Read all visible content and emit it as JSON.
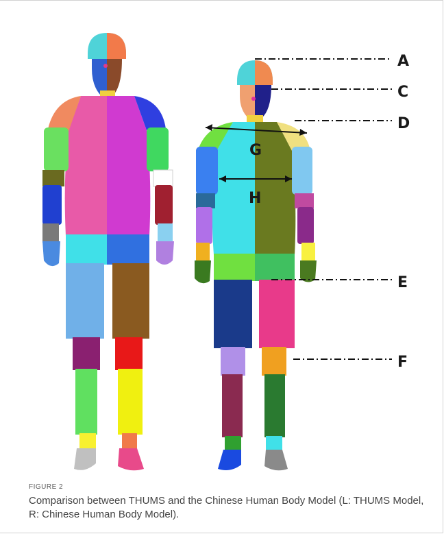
{
  "figure": {
    "label": "FIGURE 2",
    "caption": "Comparison between THUMS and the Chinese Human Body Model (L: THUMS Model, R: Chinese Human Body Model)."
  },
  "annotations": {
    "A": "A",
    "C": "C",
    "D": "D",
    "E": "E",
    "F": "F",
    "G": "G",
    "H": "H"
  }
}
